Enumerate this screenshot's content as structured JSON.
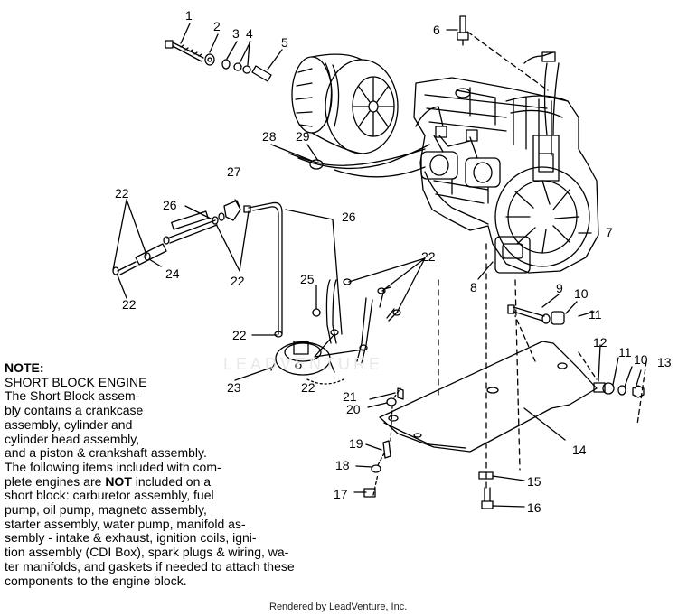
{
  "callouts": {
    "c1": "1",
    "c2": "2",
    "c3": "3",
    "c4": "4",
    "c5": "5",
    "c6": "6",
    "c7": "7",
    "c8": "8",
    "c9": "9",
    "c10a": "10",
    "c11a": "11",
    "c12": "12",
    "c11b": "11",
    "c10b": "10",
    "c13": "13",
    "c14": "14",
    "c15": "15",
    "c16": "16",
    "c17": "17",
    "c18": "18",
    "c19": "19",
    "c20": "20",
    "c21": "21",
    "c22a": "22",
    "c22b": "22",
    "c22c": "22",
    "c22d": "22",
    "c22e": "22",
    "c22f": "22",
    "c23": "23",
    "c24": "24",
    "c25": "25",
    "c26a": "26",
    "c26b": "26",
    "c27": "27",
    "c28": "28",
    "c29": "29"
  },
  "note": {
    "title": "NOTE:",
    "lines": [
      "SHORT BLOCK ENGINE",
      "The Short Block assem-",
      "bly contains a crankcase",
      "assembly, cylinder and",
      "cylinder head assembly,",
      "and a piston & crankshaft assembly.",
      "The following items included with com-"
    ],
    "line8_before": "plete engines are ",
    "line8_bold": "NOT",
    "line8_after": " included on a",
    "lines_rest": [
      "short block:  carburetor assembly, fuel",
      "pump, oil pump, magneto assembly,",
      "starter assembly, water pump, manifold as-",
      "sembly - intake & exhaust, ignition coils, igni-",
      "tion assembly (CDI Box), spark plugs & wiring, wa-",
      "ter manifolds, and gaskets if needed to attach these",
      "components to the engine block."
    ]
  },
  "watermark": "LEADVENTURE",
  "footer": "Rendered by LeadVenture, Inc."
}
